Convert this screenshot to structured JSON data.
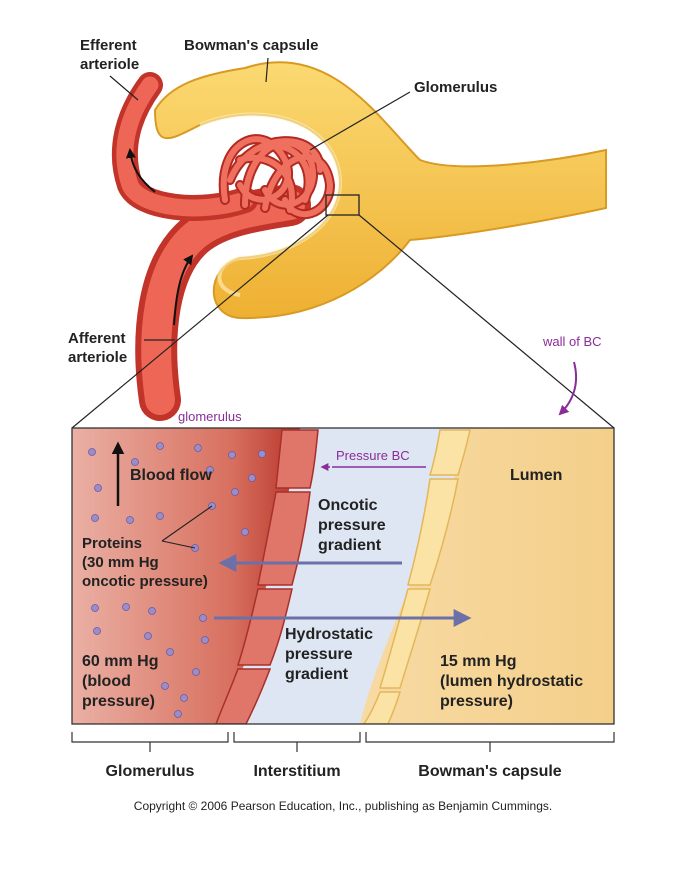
{
  "labels": {
    "efferent_arteriole": [
      "Efferent",
      "arteriole"
    ],
    "bowmans_capsule_top": "Bowman's capsule",
    "glomerulus_top": "Glomerulus",
    "afferent_arteriole": [
      "Afferent",
      "arteriole"
    ],
    "blood_flow": "Blood flow",
    "lumen": "Lumen",
    "oncotic_gradient": [
      "Oncotic",
      "pressure",
      "gradient"
    ],
    "proteins": [
      "Proteins",
      "(30 mm Hg",
      "oncotic pressure)"
    ],
    "hydrostatic_gradient": [
      "Hydrostatic",
      "pressure",
      "gradient"
    ],
    "blood_pressure": [
      "60 mm Hg",
      "(blood",
      "pressure)"
    ],
    "lumen_pressure": [
      "15 mm Hg",
      "(lumen hydrostatic",
      "pressure)"
    ],
    "region_glomerulus": "Glomerulus",
    "region_interstitium": "Interstitium",
    "region_bowmans_capsule": "Bowman's capsule"
  },
  "annotations": {
    "wall_of_bc": "wall of BC",
    "glomerulus_handwritten": "glomerulus",
    "pressure_bc": "Pressure BC"
  },
  "copyright": "Copyright © 2006 Pearson Education, Inc., publishing as Benjamin Cummings.",
  "colors": {
    "arteriole": "#e2453a",
    "capsule": "#f5c33f",
    "glomerulus_region": "#d4655a",
    "interstitium": "#dde6f2",
    "lumen": "#f8ddb0",
    "arrow": "#6c70a8",
    "annotation": "#8a2d9a",
    "protein_dot": "#9b8ec8"
  }
}
